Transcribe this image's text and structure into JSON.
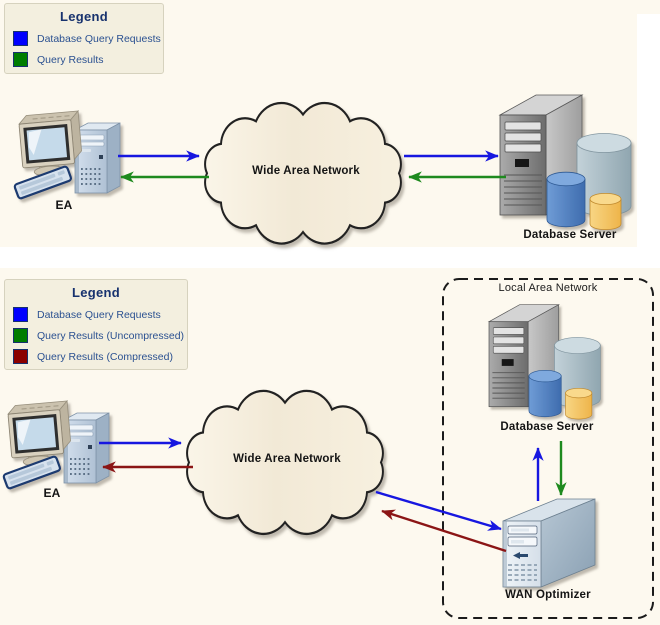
{
  "legend_top": {
    "title": "Legend",
    "items": [
      {
        "label": "Database Query Requests",
        "color": "#0000FF"
      },
      {
        "label": "Query Results",
        "color": "#007D00"
      }
    ]
  },
  "legend_bottom": {
    "title": "Legend",
    "items": [
      {
        "label": "Database Query Requests",
        "color": "#0000FF"
      },
      {
        "label": "Query Results (Uncompressed)",
        "color": "#007D00"
      },
      {
        "label": "Query Results (Compressed)",
        "color": "#8B0000"
      }
    ]
  },
  "diagram_top": {
    "client_label": "EA",
    "cloud_label": "Wide Area Network",
    "server_label": "Database Server"
  },
  "diagram_bottom": {
    "client_label": "EA",
    "cloud_label": "Wide Area Network",
    "lan_label": "Local Area Network",
    "server_label": "Database Server",
    "optimizer_label": "WAN Optimizer"
  },
  "colors": {
    "background": "#FDF9EF",
    "request_arrow": "#1717E0",
    "result_arrow": "#1E8A1E",
    "compressed_result_arrow": "#8B1515"
  }
}
